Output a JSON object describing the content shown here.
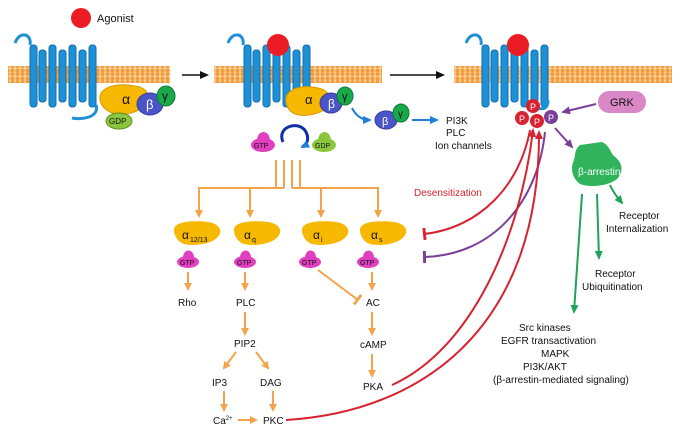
{
  "legend": {
    "agonist_label": "Agonist"
  },
  "g_protein": {
    "alpha": "α",
    "beta": "β",
    "gamma": "γ",
    "gdp": "GDP",
    "gtp": "GTP"
  },
  "free_beta_gamma_targets": [
    "PI3K",
    "PLC",
    "Ion channels"
  ],
  "kinase_label": "GRK",
  "phospho_label": "P",
  "arrestin_label": "β-arrestin",
  "desensitization_label": "Desensitization",
  "arrestin_outcomes": {
    "internalization": [
      "Receptor",
      "Internalization"
    ],
    "ubiquitination": [
      "Receptor",
      "Ubiquitination"
    ],
    "signaling": [
      "Src kinases",
      "EGFR transactivation",
      "MAPK",
      "PI3K/AKT",
      "(β-arrestin-mediated signaling)"
    ]
  },
  "alpha_subunits": [
    {
      "symbol": "α",
      "subscript": "12/13",
      "effector": "Rho"
    },
    {
      "symbol": "α",
      "subscript": "q",
      "effector": "PLC"
    },
    {
      "symbol": "α",
      "subscript": "i",
      "effector": ""
    },
    {
      "symbol": "α",
      "subscript": "s",
      "effector": "AC"
    }
  ],
  "pathways": {
    "plc": {
      "pip2": "PIP2",
      "ip3": "IP3",
      "dag": "DAG",
      "ca_base": "Ca",
      "ca_sup": "2+",
      "pkc": "PKC"
    },
    "ac": {
      "camp": "cAMP",
      "pka": "PKA"
    }
  },
  "colors": {
    "membrane": "#f5a34a",
    "receptor": "#1e90d6",
    "alpha": "#f6b800",
    "beta": "#4a55c9",
    "gamma": "#19a84a",
    "gdp": "#8cc63f",
    "gtp": "#e13fc0",
    "agonist": "#ec1c24",
    "arrow_orange": "#f5a34a",
    "arrow_red": "#d7232f",
    "arrow_purple": "#7b3f98",
    "arrow_green": "#1fa35c",
    "grk": "#d987c6",
    "arrestin": "#2fb35b"
  }
}
